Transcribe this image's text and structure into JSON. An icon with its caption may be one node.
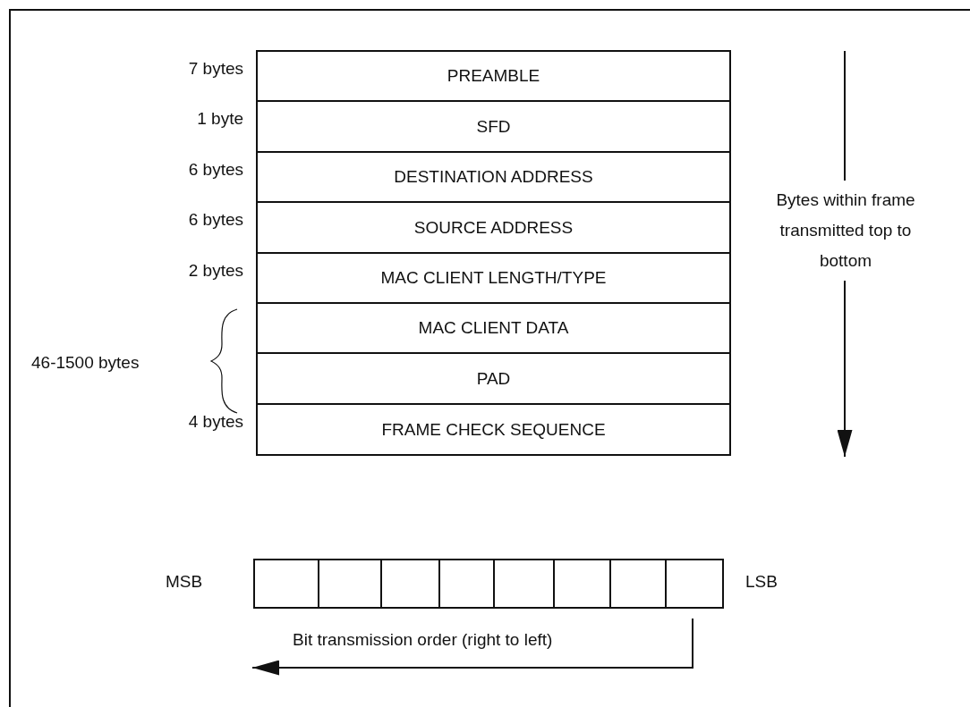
{
  "diagram": {
    "nodes": [
      {
        "text": [
          "PREAMBLE"
        ],
        "beside": [
          "7 bytes"
        ]
      },
      {
        "text": [
          "SFD"
        ],
        "beside": [
          "1 byte"
        ]
      },
      {
        "text": [
          "DESTINATION ADDRESS"
        ],
        "beside": [
          "6 bytes"
        ]
      },
      {
        "text": [
          "SOURCE ADDRESS"
        ],
        "beside": [
          "6 bytes"
        ]
      },
      {
        "text": [
          "MAC CLIENT LENGTH/TYPE"
        ],
        "beside": [
          "2 bytes"
        ]
      },
      {
        "text": [
          "MAC CLIENT DATA"
        ]
      },
      {
        "text": [
          "PAD"
        ]
      },
      {
        "text": [
          "FRAME CHECK SEQUENCE"
        ],
        "beside": [
          "4 bytes"
        ]
      },
      {
        "text": [],
        "shape": "box"
      },
      {
        "text": [],
        "shape": "box"
      },
      {
        "text": [],
        "shape": "box"
      },
      {
        "text": [],
        "shape": "box"
      },
      {
        "text": [],
        "shape": "box"
      },
      {
        "text": [],
        "shape": "box"
      },
      {
        "text": [],
        "shape": "box"
      },
      {
        "text": [],
        "shape": "box"
      }
    ],
    "labels": [
      "46-1500 bytes",
      "Bytes within frame transmitted top to bottom",
      "MSB",
      "LSB",
      "Bit transmission order (right to left)"
    ]
  }
}
